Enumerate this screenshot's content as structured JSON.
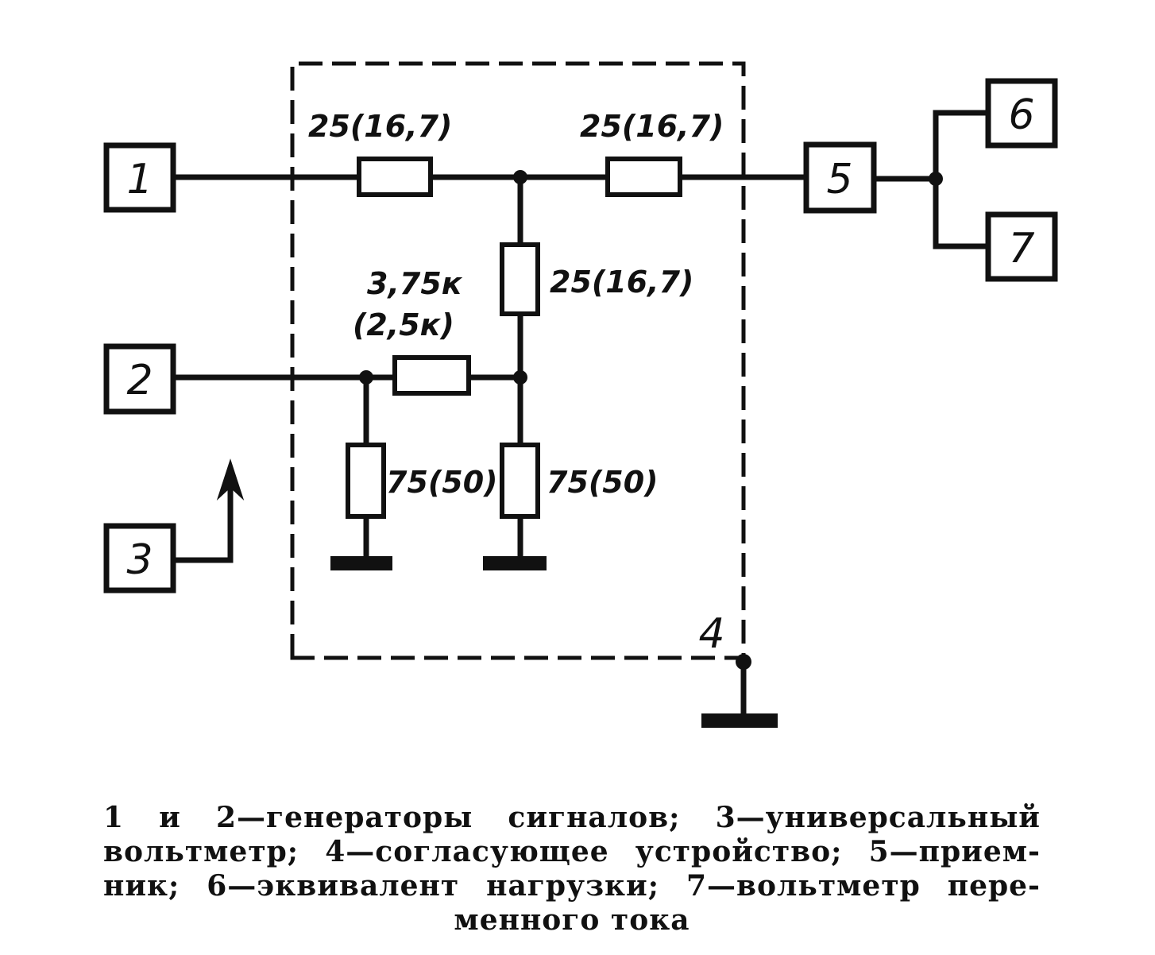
{
  "blocks": {
    "b1": "1",
    "b2": "2",
    "b3": "3",
    "b4": "4",
    "b5": "5",
    "b6": "6",
    "b7": "7"
  },
  "resistors": {
    "r_top_left": "25(16,7)",
    "r_top_right": "25(16,7)",
    "r_vertical": "25(16,7)",
    "r_middle_line1": "3,75к",
    "r_middle_line2": "(2,5к)",
    "r_bottom_left": "75(50)",
    "r_bottom_right": "75(50)"
  },
  "caption": {
    "line1": "1 и 2—генераторы сигналов; 3—универсальный",
    "line2": "вольтметр; 4—согласующее устройство; 5—прием-",
    "line3": "ник; 6—эквивалент нагрузки; 7—вольтметр пере-",
    "line4": "менного тока"
  }
}
